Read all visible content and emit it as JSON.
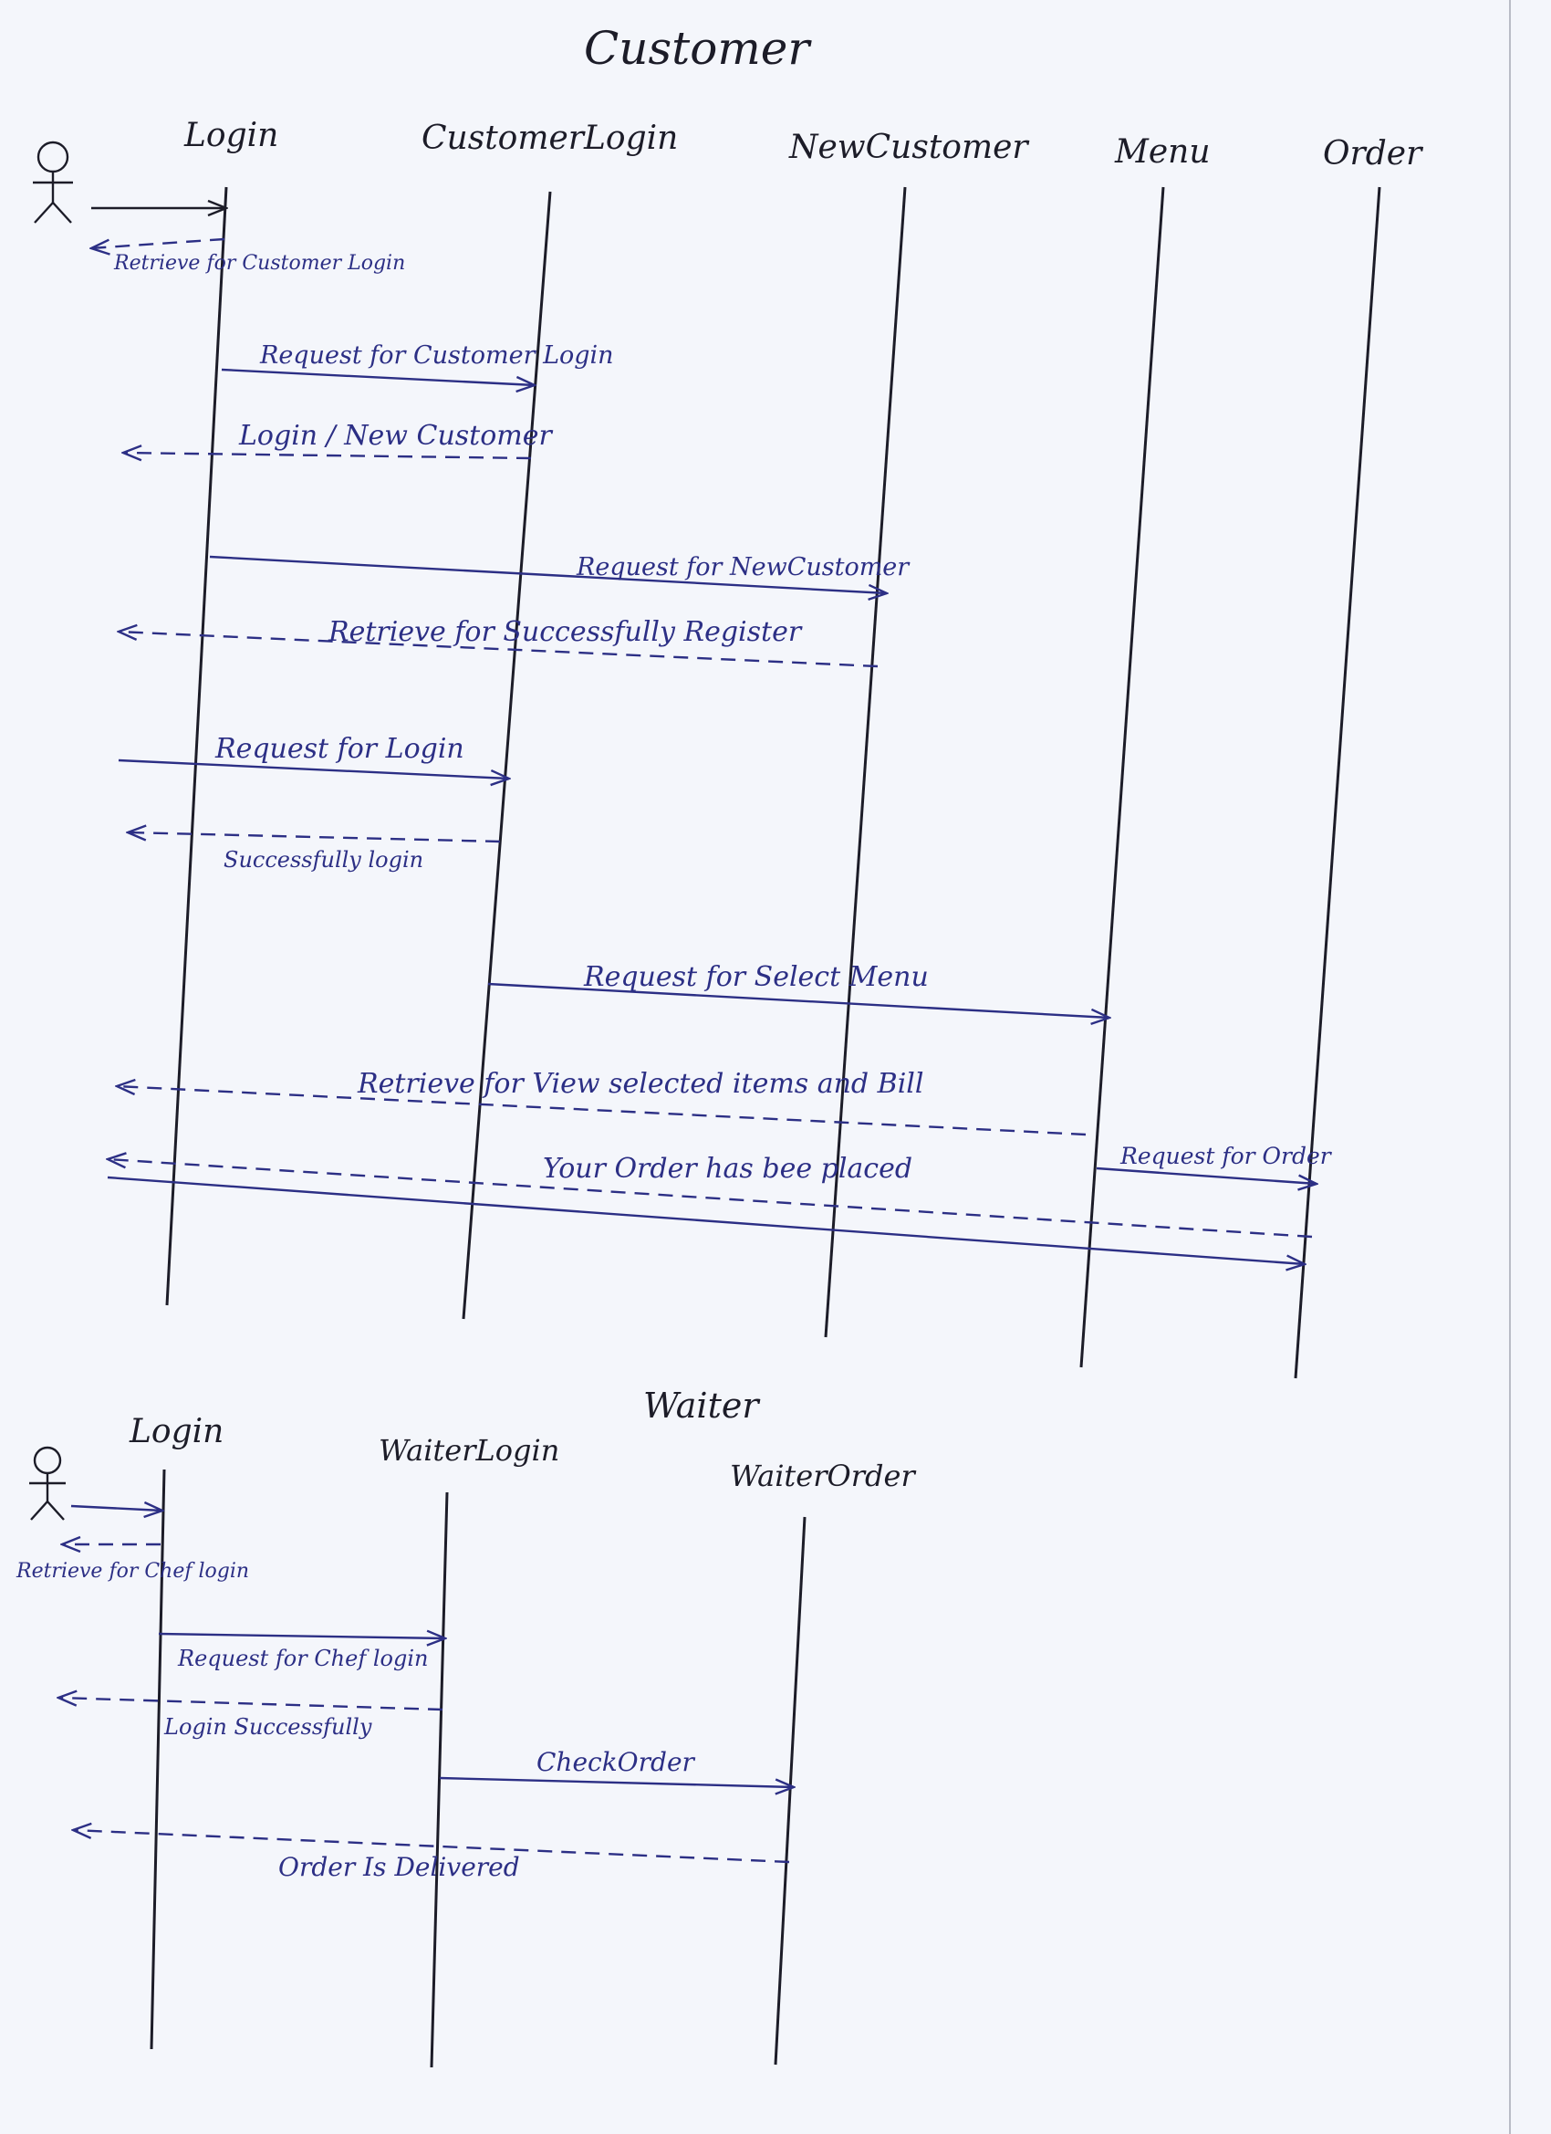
{
  "customer": {
    "title": "Customer",
    "lifelines": [
      "Login",
      "CustomerLogin",
      "NewCustomer",
      "Menu",
      "Order"
    ],
    "messages": [
      "Retrieve for Customer Login",
      "Request for Customer Login",
      "Login / New Customer",
      "Request for NewCustomer",
      "Retrieve for Successfully Register",
      "Request for Login",
      "Successfully login",
      "Request for Select Menu",
      "Retrieve for View selected items and Bill",
      "Request for Order",
      "Your Order has bee placed"
    ]
  },
  "waiter": {
    "title": "Waiter",
    "lifelines": [
      "Login",
      "WaiterLogin",
      "WaiterOrder"
    ],
    "messages": [
      "Retrieve for Chef login",
      "Request for Chef login",
      "Login Successfully",
      "CheckOrder",
      "Order Is Delivered"
    ]
  }
}
